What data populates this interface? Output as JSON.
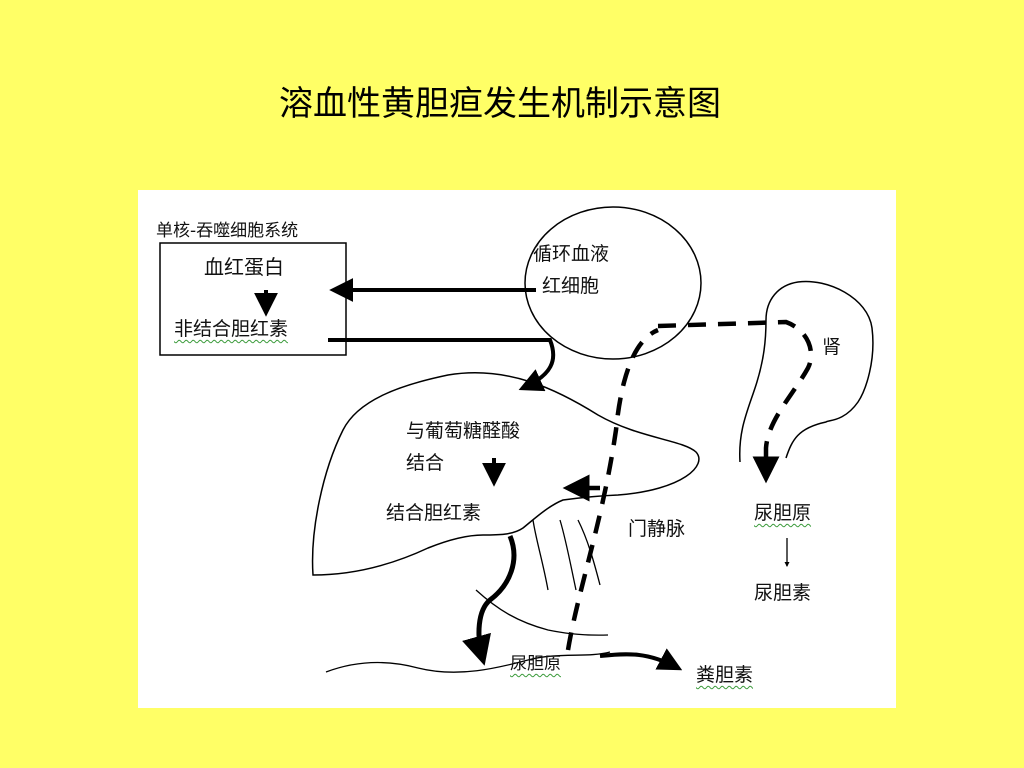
{
  "title": "溶血性黄胆疸发生机制示意图",
  "diagram": {
    "mononuclear_system": "单核-吞噬细胞系统",
    "hemoglobin": "血红蛋白",
    "unconjugated_bilirubin": "非结合胆红素",
    "circulating_blood": "循环血液",
    "red_blood_cell": "红细胞",
    "kidney": "肾",
    "glucuronic_acid": "与葡萄糖醛酸",
    "conjugation": "结合",
    "conjugated_bilirubin": "结合胆红素",
    "portal_vein": "门静脉",
    "urobilinogen_kidney": "尿胆原",
    "urobilin": "尿胆素",
    "urobilinogen_intestine": "尿胆原",
    "stercobilin": "粪胆素"
  }
}
